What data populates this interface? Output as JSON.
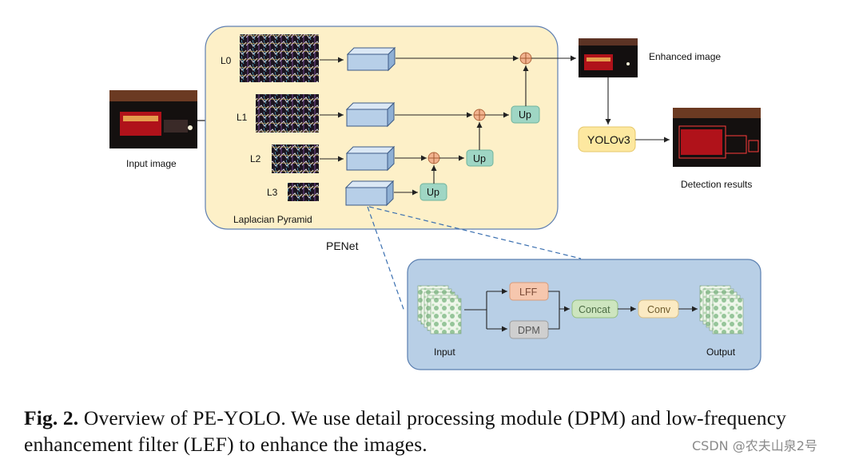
{
  "diagram": {
    "input_label": "Input image",
    "penet_label": "PENet",
    "pyramid_label": "Laplacian Pyramid",
    "levels": [
      "L0",
      "L1",
      "L2",
      "L3"
    ],
    "up_label": "Up",
    "enhanced_label": "Enhanced image",
    "yolo_label": "YOLOv3",
    "detection_label": "Detection results",
    "detail": {
      "input_label": "Input",
      "output_label": "Output",
      "lff_label": "LFF",
      "dpm_label": "DPM",
      "concat_label": "Concat",
      "conv_label": "Conv"
    }
  },
  "caption": {
    "prefix": "Fig. 2.",
    "text": "Overview of PE-YOLO. We use detail processing module (DPM) and low-frequency enhancement filter (LEF) to enhance the images."
  },
  "watermark": "CSDN @农夫山泉2号",
  "colors": {
    "pyramid_panel": "#fdf0c8",
    "block_front": "#b7cfe8",
    "up_box": "#9fd6c4",
    "yolo_box": "#fde8a0",
    "detail_panel": "#b8cfe6",
    "lff_box": "#f6c7ae",
    "dpm_box": "#cfcfcf",
    "concat_box": "#cde5bf",
    "conv_box": "#fbeac3"
  }
}
